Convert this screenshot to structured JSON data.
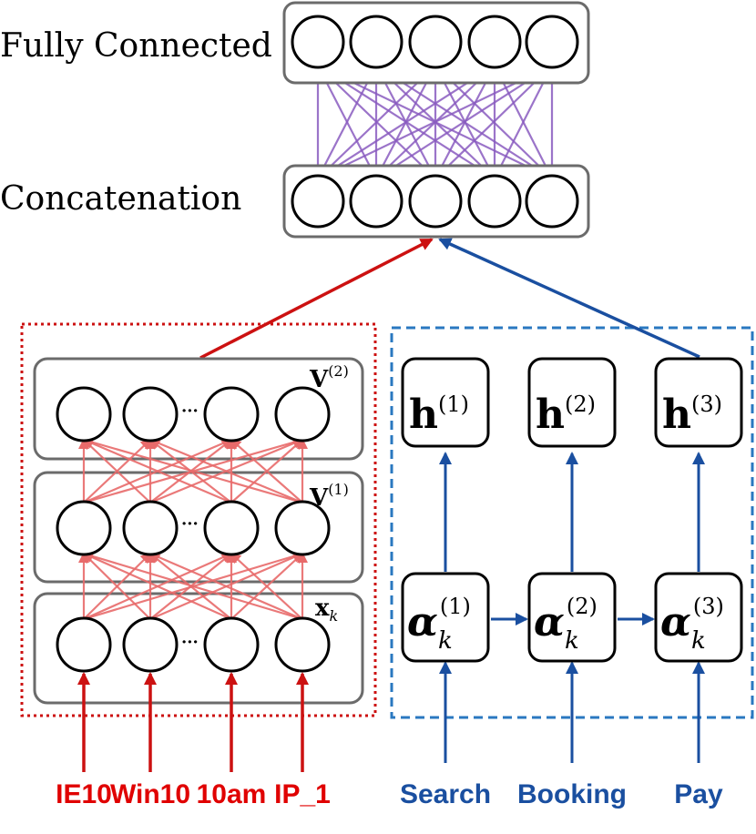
{
  "layers": {
    "fully_connected": "Fully Connected",
    "concatenation": "Concatenation"
  },
  "static_branch": {
    "layers": [
      {
        "base": "V",
        "sup": "(2)"
      },
      {
        "base": "V",
        "sup": "(1)"
      },
      {
        "base": "x",
        "sub": "k"
      }
    ],
    "ellipsis": "···",
    "inputs": [
      "IE10",
      "Win10",
      "10am",
      "IP_1"
    ]
  },
  "sequence_branch": {
    "hidden": [
      {
        "base": "h",
        "sup": "(1)"
      },
      {
        "base": "h",
        "sup": "(2)"
      },
      {
        "base": "h",
        "sup": "(3)"
      }
    ],
    "alpha": [
      {
        "base": "α",
        "sub": "k",
        "sup": "(1)"
      },
      {
        "base": "α",
        "sub": "k",
        "sup": "(2)"
      },
      {
        "base": "α",
        "sub": "k",
        "sup": "(3)"
      }
    ],
    "inputs": [
      "Search",
      "Booking",
      "Pay"
    ]
  },
  "colors": {
    "purple": "#8a5cc0",
    "red": "#cc1111",
    "red_light": "#e86a6a",
    "blue": "#1a4fa0",
    "label_red": "#e00000",
    "label_blue": "#1a4fa0",
    "box_gray": "#6b6b6b"
  }
}
